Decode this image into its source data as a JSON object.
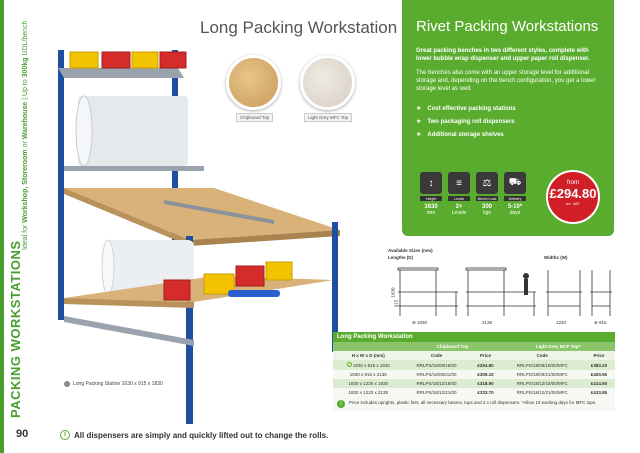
{
  "side": {
    "section": "PACKING WORKSTATIONS",
    "ideal_prefix": "Ideal for ",
    "ideal_places": "Workshop, Storeroom",
    "ideal_or": " or ",
    "ideal_place2": "Warehouse",
    "ideal_sep": " | Up to ",
    "ideal_load": "300kg",
    "ideal_suffix": " UDL/bench",
    "page_number": "90"
  },
  "main": {
    "title": "Long Packing Workstation",
    "image_caption": "Long Packing Station 1630 x 915 x 1830",
    "footer_note": "All dispensers are simply and quickly lifted out to change the rolls."
  },
  "swatches": [
    {
      "label": "Chipboard Top",
      "color": "#d9b27a"
    },
    {
      "label": "Light Grey MFC Top",
      "color": "#e6e0d7"
    }
  ],
  "info": {
    "title": "Rivet Packing Workstations",
    "lead": "Great packing benches in two different styles, complete with lower bubble wrap dispenser and upper paper roll dispenser.",
    "body": "The benches also come with an upper storage level for additional storage and, depending on the bench configuration, you get a lower storage level as well.",
    "bullets": [
      "Cost effective packing stations",
      "Two packaging roll dispensers",
      "Additional storage shelves"
    ],
    "specs": [
      {
        "icon": "height-icon",
        "glyph": "↕",
        "name": "Height",
        "value": "1630",
        "unit": "mm"
      },
      {
        "icon": "levels-icon",
        "glyph": "≡",
        "name": "Levels",
        "value": "2+",
        "unit": "Levels"
      },
      {
        "icon": "weight-icon",
        "glyph": "⚖",
        "name": "Bench Load",
        "value": "300",
        "unit": "kgs"
      },
      {
        "icon": "delivery-icon",
        "glyph": "⛟",
        "name": "Delivery",
        "value": "5-10*",
        "unit": "days"
      }
    ],
    "price": {
      "from": "from",
      "value": "£294.80",
      "vat": "ex. VAT"
    }
  },
  "dimensions": {
    "lengths_heading": "Available Sizes (mm)",
    "lengths_sub": "Lengths (D)",
    "widths_sub": "Widths (W)",
    "height_label": "1830",
    "bench_height_label": "915",
    "length_values": [
      "1830",
      "2135"
    ],
    "width_values": [
      "1220",
      "915"
    ]
  },
  "table": {
    "title": "Long Packing Workstation",
    "group_headers": [
      "Chipboard Top",
      "Light Grey MCF Top*"
    ],
    "col_headers": [
      "H x W x D (mm)",
      "Code",
      "Price",
      "Code",
      "Price"
    ],
    "rows": [
      {
        "dims": "1830 x 915 x 1830",
        "code1": "RRLPS/18/09/18/00",
        "price1": "£294.80",
        "code2": "RRLPS/18/09/18/00/MFC",
        "price2": "£383.20"
      },
      {
        "dims": "1830 x 915 x 2135",
        "code1": "RRLPS/18/09/21/00",
        "price1": "£309.10",
        "code2": "RRLPS/18/09/21/00/MFC",
        "price2": "£400.55"
      },
      {
        "dims": "1830 x 1220 x 1830",
        "code1": "RRLPS/18/12/18/00",
        "price1": "£318.90",
        "code2": "RRLPS/18/12/18/00/MFC",
        "price2": "£414.60"
      },
      {
        "dims": "1830 x 1220 x 2135",
        "code1": "RRLPS/18/12/21/00",
        "price1": "£333.70",
        "code2": "RRLPS/18/12/21/00/MFC",
        "price2": "£433.85"
      }
    ],
    "note": "Price includes uprights, plastic feet, all necessary beams, tops and 2 x roll dispensers. *Allow 10 working days for MFC tops."
  },
  "colors": {
    "brand_green": "#5aac2e",
    "price_red": "#d01f26",
    "upright_blue": "#1e4fa0"
  }
}
